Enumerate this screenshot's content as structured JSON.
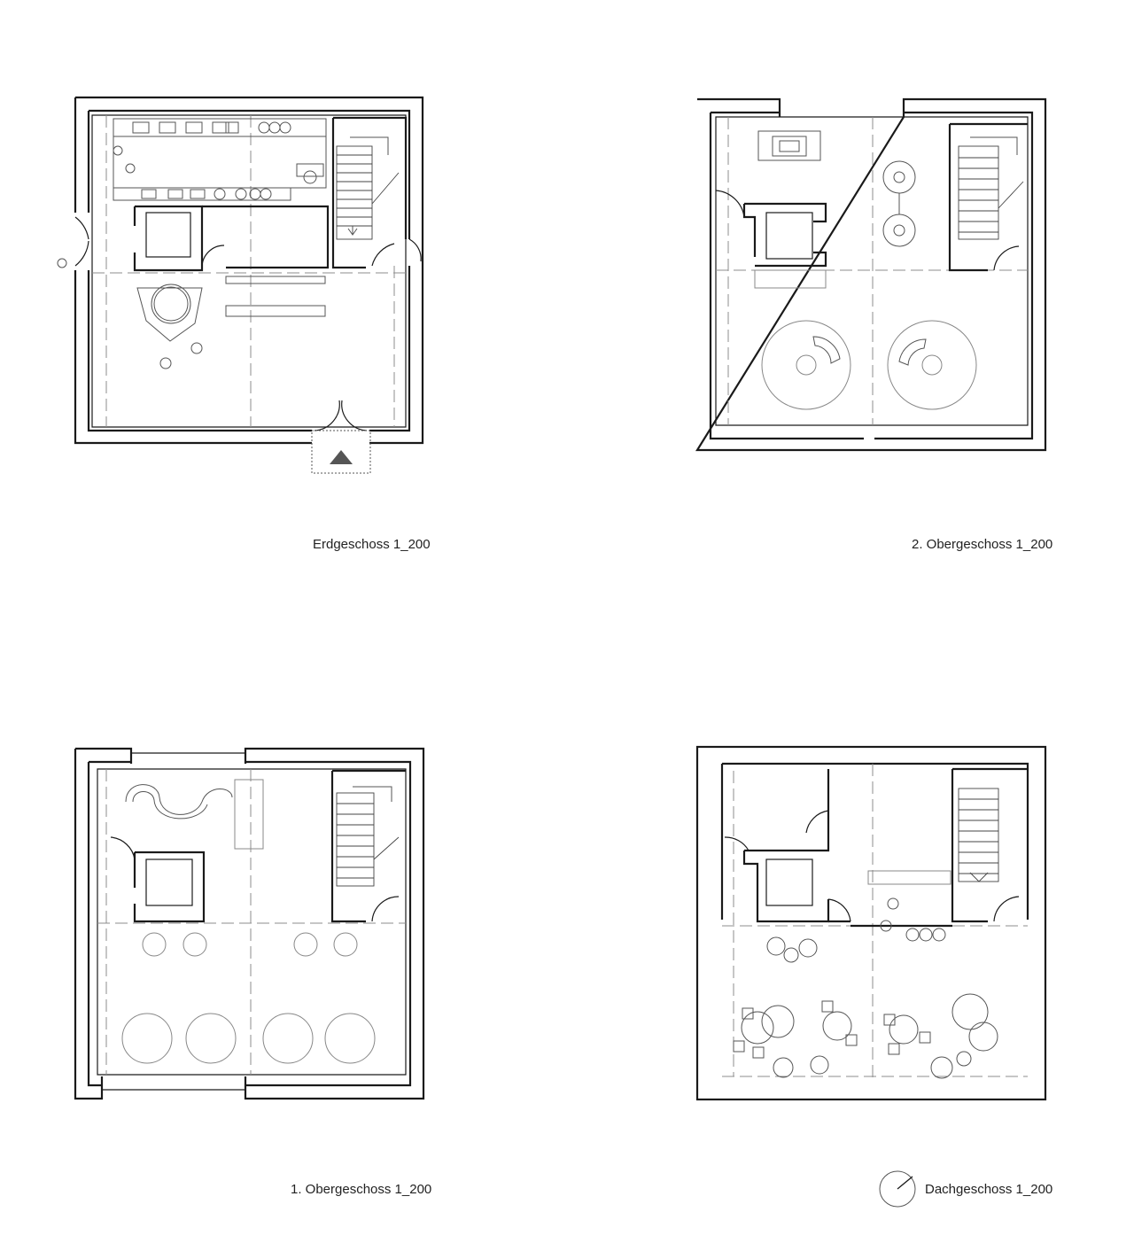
{
  "sheet": {
    "plans": [
      {
        "id": "erdgeschoss",
        "caption": "Erdgeschoss 1_200"
      },
      {
        "id": "obergeschoss-2",
        "caption": "2. Obergeschoss 1_200"
      },
      {
        "id": "obergeschoss-1",
        "caption": "1. Obergeschoss 1_200"
      },
      {
        "id": "dachgeschoss",
        "caption": "Dachgeschoss 1_200"
      }
    ],
    "north_arrow": {
      "icon": "north-arrow-icon"
    },
    "entrance_marker": {
      "icon": "entrance-triangle-icon",
      "color": "#555555"
    }
  },
  "colors": {
    "wall": "#1a1a1a",
    "grid": "#8c8c8c",
    "furniture": "#555555"
  }
}
